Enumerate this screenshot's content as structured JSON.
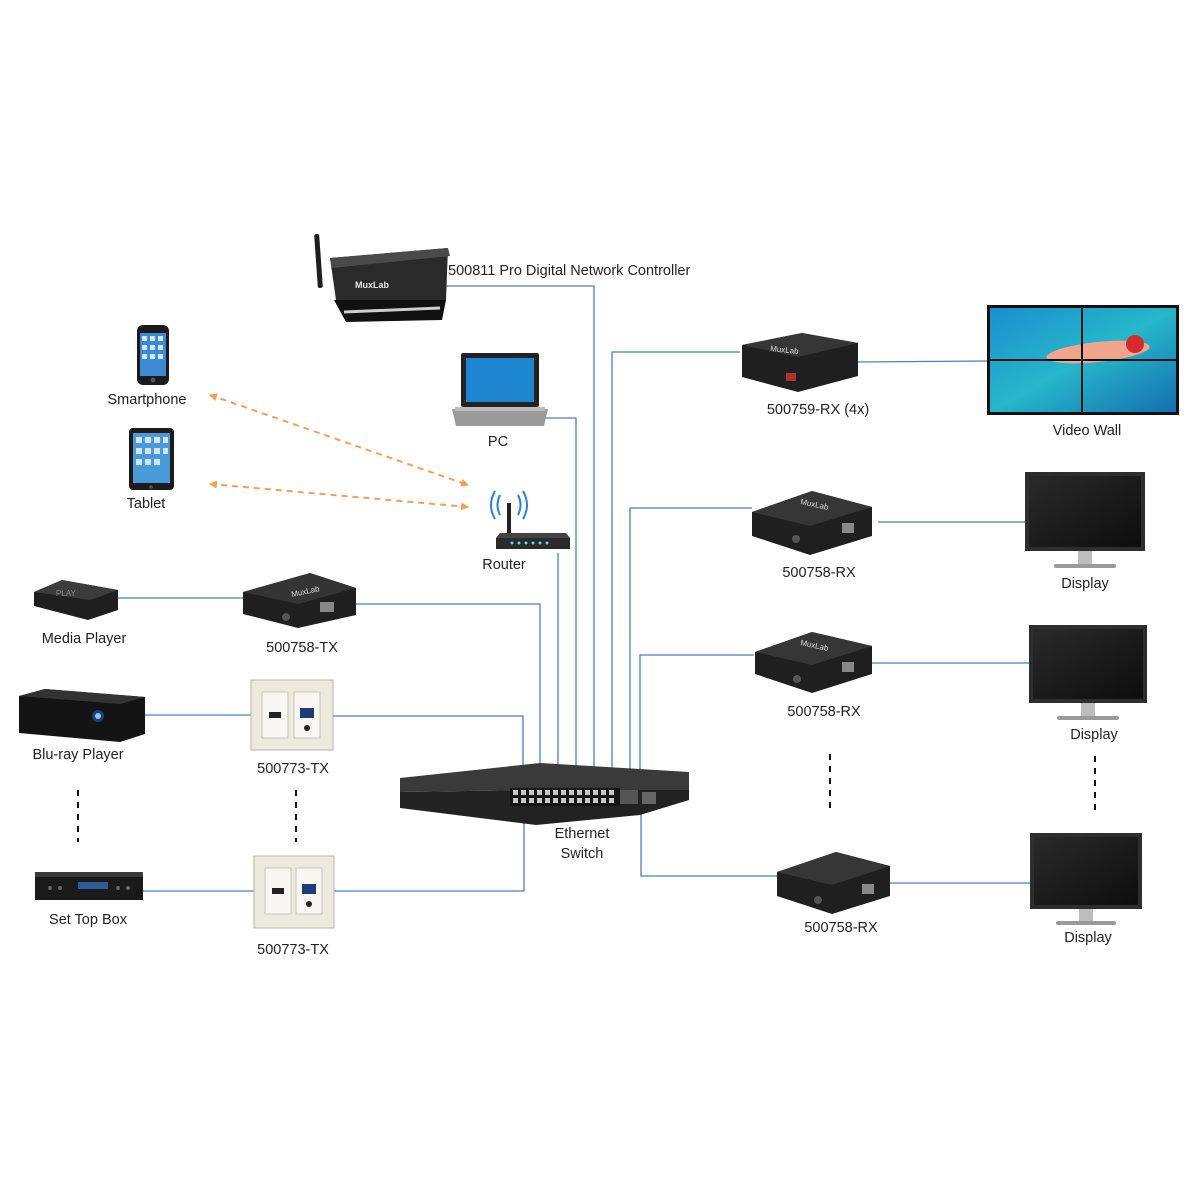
{
  "colors": {
    "cable": "#4a7ebf",
    "wireless": "#f0a05a",
    "device_dark": "#1c1c1c",
    "wallplate": "#e9e6da"
  },
  "labels": {
    "controller": "500811 Pro Digital Network Controller",
    "pc": "PC",
    "smartphone": "Smartphone",
    "tablet": "Tablet",
    "router": "Router",
    "media_player": "Media Player",
    "tx_758": "500758-TX",
    "bluray": "Blu-ray Player",
    "tx_773_a": "500773-TX",
    "set_top_box": "Set Top Box",
    "tx_773_b": "500773-TX",
    "switch_line1": "Ethernet",
    "switch_line2": "Switch",
    "rx_759": "500759-RX  (4x)",
    "video_wall": "Video Wall",
    "rx_758_a": "500758-RX",
    "rx_758_b": "500758-RX",
    "rx_758_c": "500758-RX",
    "display_a": "Display",
    "display_b": "Display",
    "display_c": "Display"
  },
  "icons": [
    "wifi-router-icon",
    "smartphone-icon",
    "tablet-icon",
    "laptop-icon",
    "network-switch-icon",
    "monitor-icon",
    "video-wall-icon",
    "wall-plate-icon"
  ]
}
